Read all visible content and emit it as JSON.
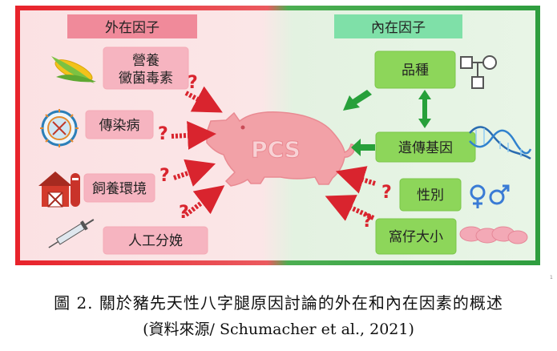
{
  "external": {
    "header": "外在因子",
    "factors": [
      "營養",
      "黴菌毒素",
      "傳染病",
      "飼養環境",
      "人工分娩"
    ]
  },
  "internal": {
    "header": "內在因子",
    "factors": [
      "品種",
      "遺傳基因",
      "性別",
      "窩仔大小"
    ]
  },
  "center_label": "PCS",
  "question_mark": "?",
  "caption": {
    "line1": "圖 2. 關於豬先天性八字腿原因討論的外在和內在因素的概述",
    "line2": "(資料來源/ Schumacher et al., 2021)"
  },
  "page_number": "1",
  "colors": {
    "external_border": "#e8232b",
    "internal_border": "#2f9e3f",
    "external_bg": "#fbe3e4",
    "internal_bg": "#e6f4e4",
    "external_header": "#f08a9a",
    "internal_header": "#7fe0a8",
    "pink_box": "#f6b4c0",
    "green_box": "#8dd65a",
    "red_arrow": "#d9242e",
    "green_arrow": "#27a03a",
    "pig": "#f2a1a7"
  },
  "icons": [
    "corn-icon",
    "virus-icon",
    "barn-icon",
    "syringe-icon",
    "pedigree-icon",
    "dna-icon",
    "gender-icon",
    "piglets-icon"
  ]
}
